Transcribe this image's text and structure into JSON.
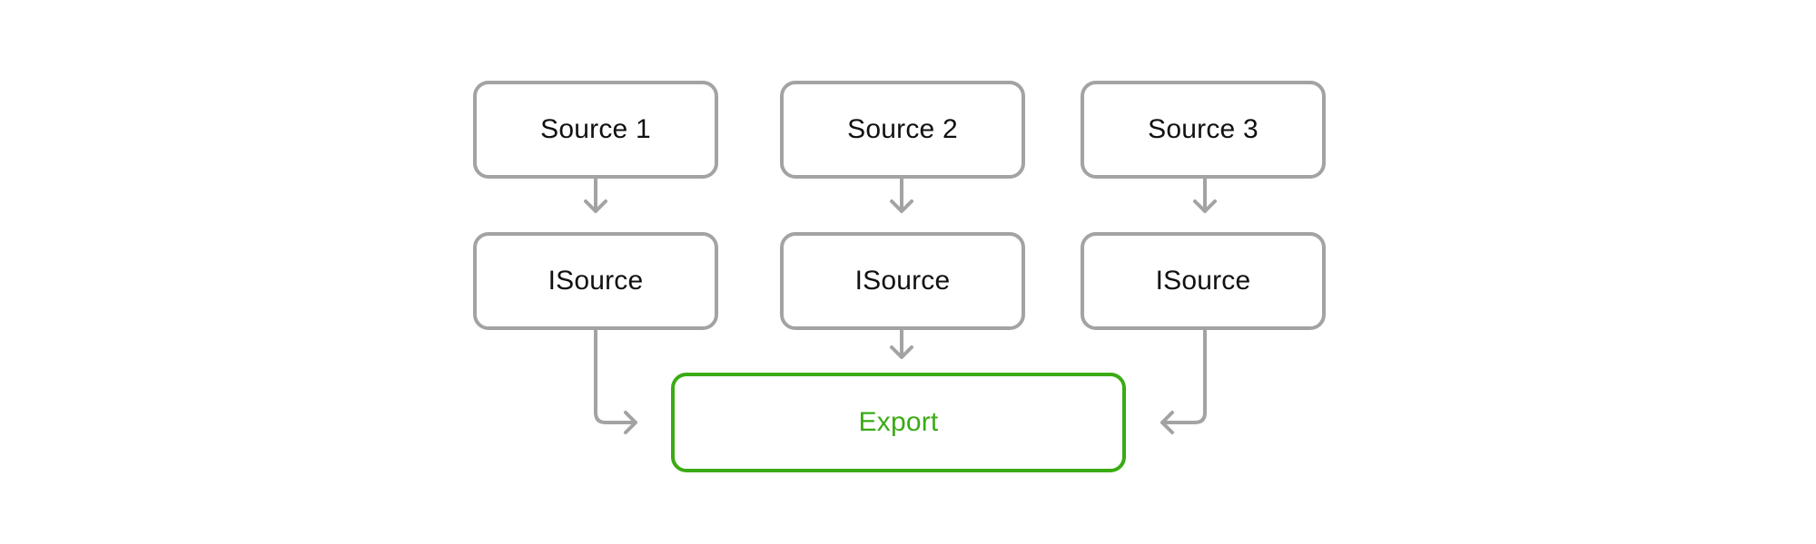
{
  "colors": {
    "node_border": "#a3a3a3",
    "node_text": "#111111",
    "export_accent": "#3aab14",
    "connector": "#a3a3a3"
  },
  "sources": [
    {
      "label": "Source 1",
      "interface_label": "ISource"
    },
    {
      "label": "Source 2",
      "interface_label": "ISource"
    },
    {
      "label": "Source 3",
      "interface_label": "ISource"
    }
  ],
  "export": {
    "label": "Export"
  }
}
